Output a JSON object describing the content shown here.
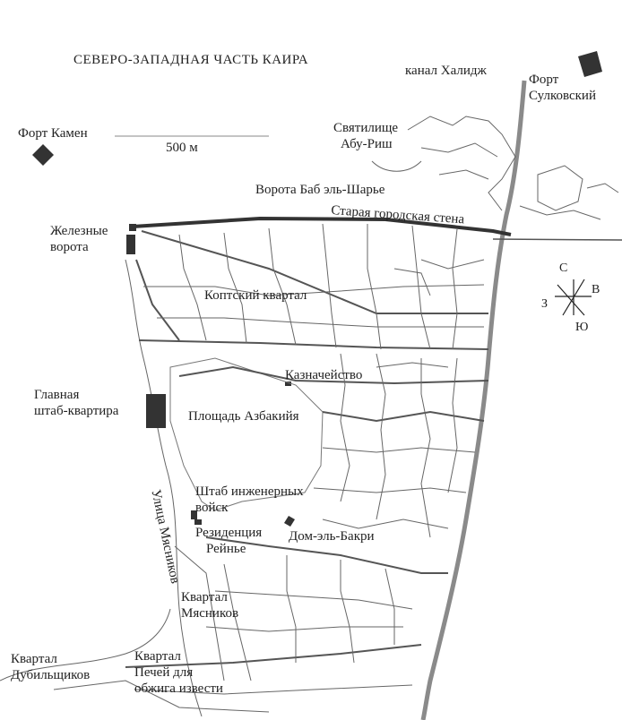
{
  "map": {
    "title": "СЕВЕРО-ЗАПАДНАЯ ЧАСТЬ КАИРА",
    "scale_label": "500 м",
    "labels": {
      "canal": "канал Халидж",
      "fort_sulkowski_1": "Форт",
      "fort_sulkowski_2": "Сулковский",
      "fort_kamen": "Форт Камен",
      "sanctuary_1": "Святилище",
      "sanctuary_2": "Абу-Риш",
      "gate_bab": "Ворота Баб эль-Шарье",
      "iron_gate_1": "Железные",
      "iron_gate_2": "ворота",
      "old_wall": "Старая городская стена",
      "coptic": "Коптский квартал",
      "treasury": "Казначейство",
      "hq_1": "Главная",
      "hq_2": "штаб-квартира",
      "azbakiya": "Площадь Азбакийя",
      "engineers_1": "Штаб инженерных",
      "engineers_2": "войск",
      "butchers_street": "Улица Мясников",
      "residence_1": "Резиденция",
      "residence_2": "Рейнье",
      "dom_bakri": "Дом-эль-Бакри",
      "butchers_q_1": "Квартал",
      "butchers_q_2": "Мясников",
      "tanners_1": "Квартал",
      "tanners_2": "Дубильщиков",
      "lime_1": "Квартал",
      "lime_2": "Печей для",
      "lime_3": "обжига извести"
    },
    "compass": {
      "n": "С",
      "e": "В",
      "s": "Ю",
      "w": "З"
    },
    "colors": {
      "ink": "#222222",
      "street": "#555555",
      "wall": "#333333",
      "canal": "#8a8a8a",
      "paper": "#ffffff"
    }
  }
}
